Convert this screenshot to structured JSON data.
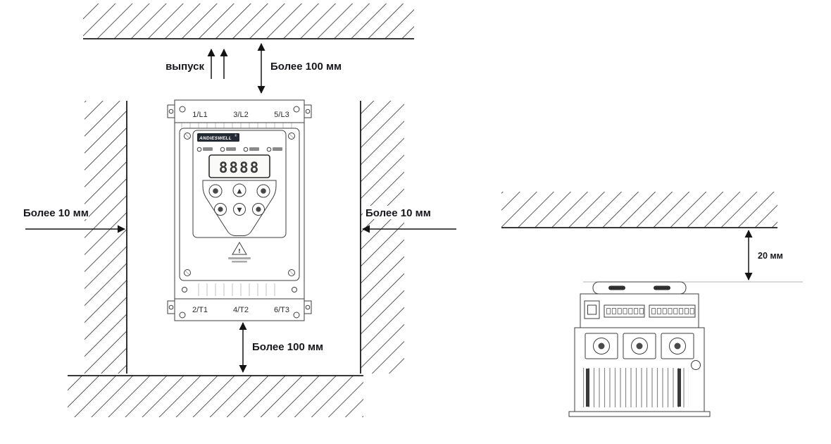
{
  "front_view": {
    "exhaust_label": "выпуск",
    "top_clearance_label": "Более 100 мм",
    "bottom_clearance_label": "Более 100 мм",
    "left_clearance_label": "Более 10 мм",
    "right_clearance_label": "Более 10 мм",
    "device": {
      "brand": "ANDIESWELL",
      "brand_mark": "®",
      "input_terminals": [
        "1/L1",
        "3/L2",
        "5/L3"
      ],
      "output_terminals": [
        "2/T1",
        "4/T2",
        "6/T3"
      ],
      "display_value": "8888",
      "keypad_up_glyph": "▲",
      "keypad_down_glyph": "▼",
      "warning_glyph": "!"
    }
  },
  "side_view": {
    "top_clearance_label": "20 мм"
  },
  "colors": {
    "ink": "#1a1a1a",
    "device_line": "#3d3d3d",
    "logo_background": "#232a33",
    "hatch": "#2e2e2e"
  }
}
